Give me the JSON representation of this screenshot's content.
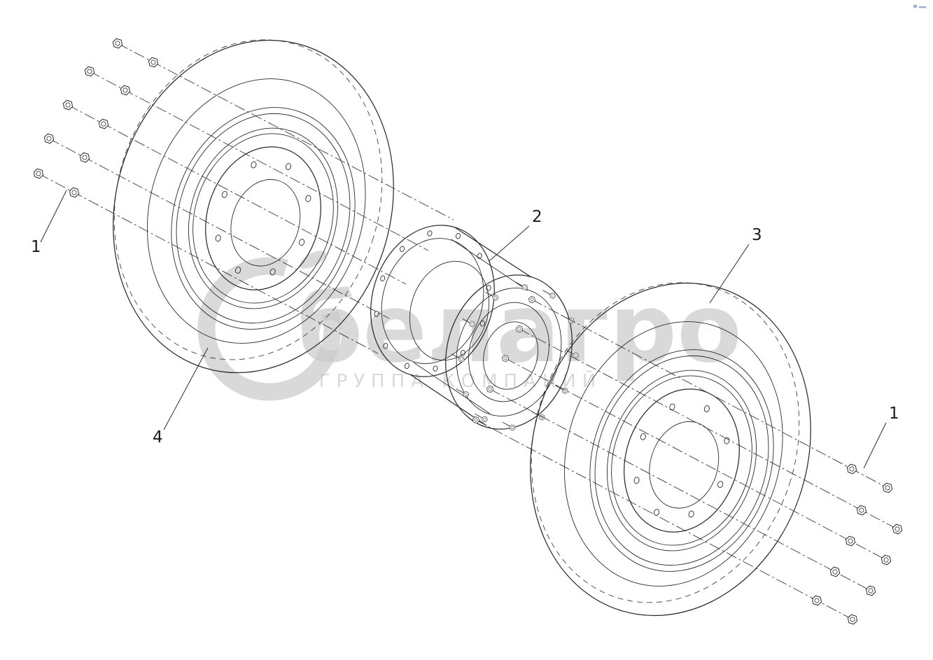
{
  "watermark": {
    "brand": "белагро",
    "subtitle": "ГРУППА КОМПАНИЙ"
  },
  "callouts": {
    "nut_left": "1",
    "hub": "2",
    "right_tire": "3",
    "left_tire": "4",
    "nut_right": "1"
  },
  "colors": {
    "line": "#2b2b2b",
    "watermark": "#cbcbcb",
    "background": "#ffffff"
  }
}
